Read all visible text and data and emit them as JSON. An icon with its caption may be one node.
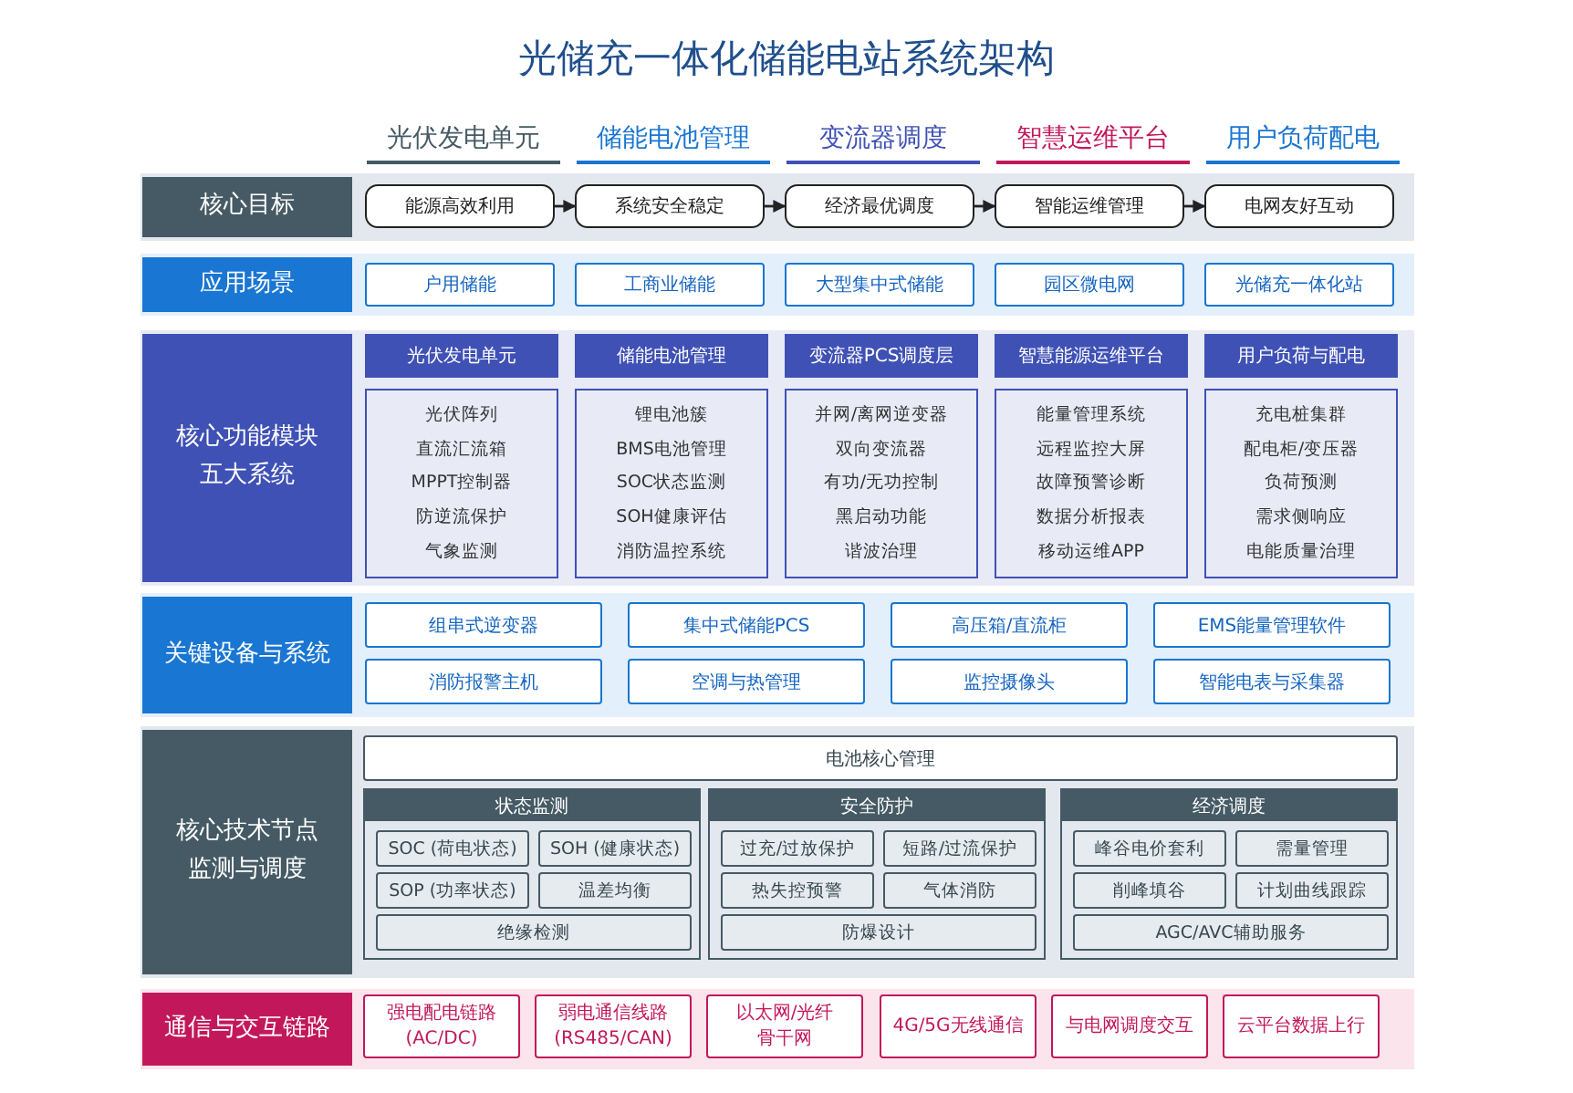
{
  "diagram": {
    "title": "光储充一体化储能电站系统架构",
    "nodes": [
      {
        "text": [
          "核心目标"
        ]
      },
      {
        "text": [
          "能源高效利用"
        ],
        "in": 0
      },
      {
        "text": [
          "系统安全稳定"
        ],
        "in": 0
      },
      {
        "text": [
          "经济最优调度"
        ],
        "in": 0
      },
      {
        "text": [
          "智能运维管理"
        ],
        "in": 0
      },
      {
        "text": [
          "电网友好互动"
        ],
        "in": 0
      },
      {
        "text": [
          "应用场景"
        ]
      },
      {
        "text": [
          "户用储能"
        ],
        "in": 6
      },
      {
        "text": [
          "工商业储能"
        ],
        "in": 6
      },
      {
        "text": [
          "大型集中式储能"
        ],
        "in": 6
      },
      {
        "text": [
          "园区微电网"
        ],
        "in": 6
      },
      {
        "text": [
          "光储充一体化站"
        ],
        "in": 6
      },
      {
        "text": [
          "核心功能模块五大系统"
        ]
      },
      {
        "text": [
          "光伏发电单元"
        ],
        "in": 12
      },
      {
        "text": [
          "光伏阵列",
          "直流汇流箱",
          "MPPT控制器",
          "防逆流保护",
          "气象监测"
        ],
        "in": 12
      },
      {
        "text": [
          "储能电池管理"
        ],
        "in": 12
      },
      {
        "text": [
          "锂电池簇",
          "BMS电池管理",
          "SOC状态监测",
          "SOH健康评估",
          "消防温控系统"
        ],
        "in": 12
      },
      {
        "text": [
          "变流器PCS调度层"
        ],
        "in": 12
      },
      {
        "text": [
          "并网/离网逆变器",
          "双向变流器",
          "有功/无功控制",
          "黑启动功能",
          "谐波治理"
        ],
        "in": 12
      },
      {
        "text": [
          "智慧能源运维平台"
        ],
        "in": 12
      },
      {
        "text": [
          "能量管理系统",
          "远程监控大屏",
          "故障预警诊断",
          "数据分析报表",
          "移动运维APP"
        ],
        "in": 12
      },
      {
        "text": [
          "用户负荷与配电"
        ],
        "in": 12
      },
      {
        "text": [
          "充电桩集群",
          "配电柜/变压器",
          "负荷预测",
          "需求侧响应",
          "电能质量治理"
        ],
        "in": 12
      },
      {
        "text": [
          "关键设备与系统"
        ]
      },
      {
        "text": [
          "组串式逆变器"
        ],
        "in": 23
      },
      {
        "text": [
          "集中式储能PCS"
        ],
        "in": 23
      },
      {
        "text": [
          "高压箱/直流柜"
        ],
        "in": 23
      },
      {
        "text": [
          "EMS能量管理软件"
        ],
        "in": 23
      },
      {
        "text": [
          "消防报警主机"
        ],
        "in": 23
      },
      {
        "text": [
          "空调与热管理"
        ],
        "in": 23
      },
      {
        "text": [
          "监控摄像头"
        ],
        "in": 23
      },
      {
        "text": [
          "智能电表与采集器"
        ],
        "in": 23
      },
      {
        "text": [
          "核心技术节点监测与调度"
        ]
      },
      {
        "text": [
          "电池核心管理"
        ],
        "in": 32
      },
      {
        "text": [
          "状态监测"
        ],
        "in": 32
      },
      {
        "text": [
          "SOC (荷电状态)"
        ],
        "in": 34
      },
      {
        "text": [
          "SOH (健康状态)"
        ],
        "in": 34
      },
      {
        "text": [
          "SOP (功率状态)"
        ],
        "in": 34
      },
      {
        "text": [
          "温差均衡"
        ],
        "in": 34
      },
      {
        "text": [
          "绝缘检测"
        ],
        "in": 34
      },
      {
        "text": [
          "安全防护"
        ],
        "in": 32
      },
      {
        "text": [
          "过充/过放保护"
        ],
        "in": 40
      },
      {
        "text": [
          "短路/过流保护"
        ],
        "in": 40
      },
      {
        "text": [
          "热失控预警"
        ],
        "in": 40
      },
      {
        "text": [
          "气体消防"
        ],
        "in": 40
      },
      {
        "text": [
          "防爆设计"
        ],
        "in": 40
      },
      {
        "text": [
          "经济调度"
        ],
        "in": 32
      },
      {
        "text": [
          "峰谷电价套利"
        ],
        "in": 46
      },
      {
        "text": [
          "需量管理"
        ],
        "in": 46
      },
      {
        "text": [
          "削峰填谷"
        ],
        "in": 46
      },
      {
        "text": [
          "计划曲线跟踪"
        ],
        "in": 46
      },
      {
        "text": [
          "AGC/AVC辅助服务"
        ],
        "in": 46
      },
      {
        "text": [
          "通信与交互链路"
        ]
      },
      {
        "text": [
          "强电配电链路(AC/DC)"
        ],
        "in": 52
      },
      {
        "text": [
          "弱电通信线路(RS485/CAN)"
        ],
        "in": 52
      },
      {
        "text": [
          "以太网/光纤骨干网"
        ],
        "in": 52
      },
      {
        "text": [
          "4G/5G无线通信"
        ],
        "in": 52
      },
      {
        "text": [
          "与电网调度交互"
        ],
        "in": 52
      },
      {
        "text": [
          "云平台数据上行"
        ],
        "in": 52
      }
    ],
    "edges": [
      {
        "from": 1,
        "to": 2,
        "arrow": "to"
      },
      {
        "from": 2,
        "to": 3,
        "arrow": "to"
      },
      {
        "from": 3,
        "to": 4,
        "arrow": "to"
      },
      {
        "from": 4,
        "to": 5,
        "arrow": "to"
      }
    ],
    "labels": [
      "光伏发电单元",
      "储能电池管理",
      "变流器调度",
      "智慧运维平台",
      "用户负荷配电"
    ]
  }
}
